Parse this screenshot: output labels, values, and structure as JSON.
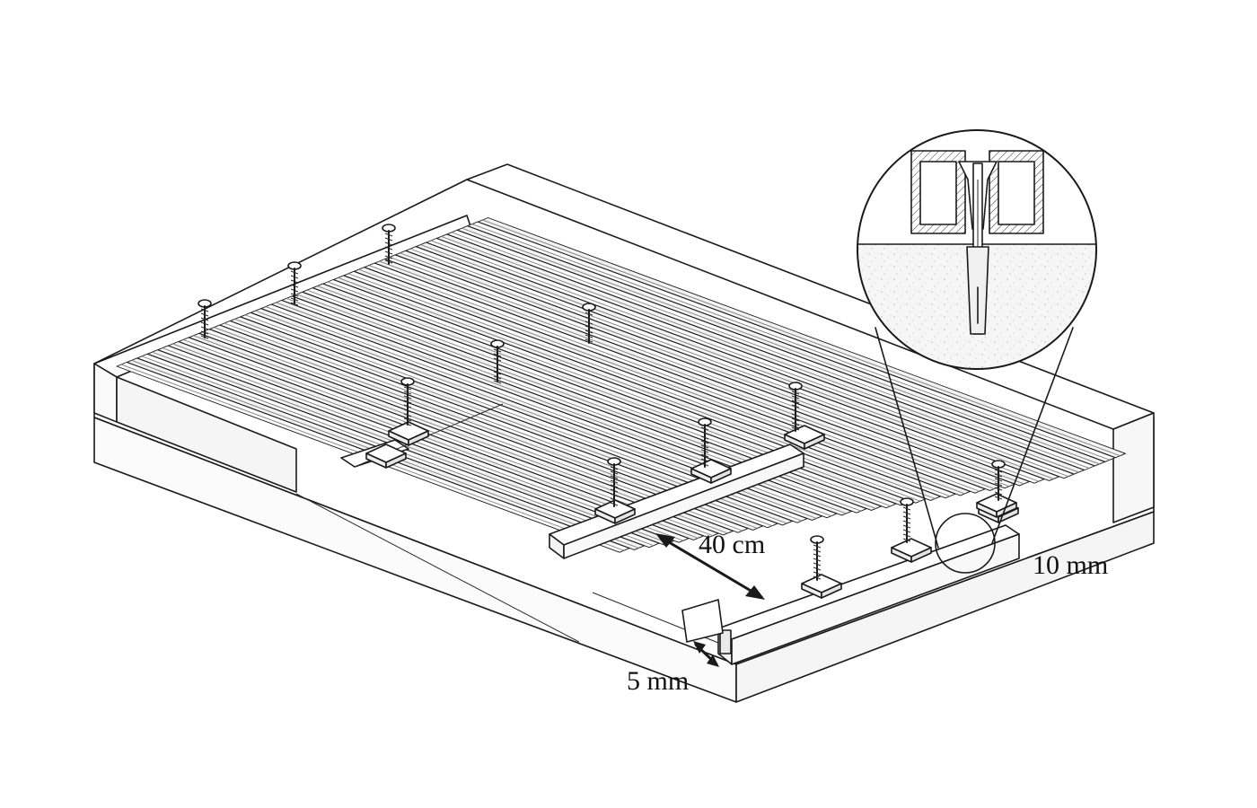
{
  "labels": {
    "spacing": "40 cm",
    "gap_side": "10 mm",
    "gap_end": "5 mm"
  },
  "colors": {
    "ink": "#1a1a1a",
    "paper": "#ffffff",
    "board": "#f2f2f2",
    "concrete": "#f6f6f6"
  }
}
